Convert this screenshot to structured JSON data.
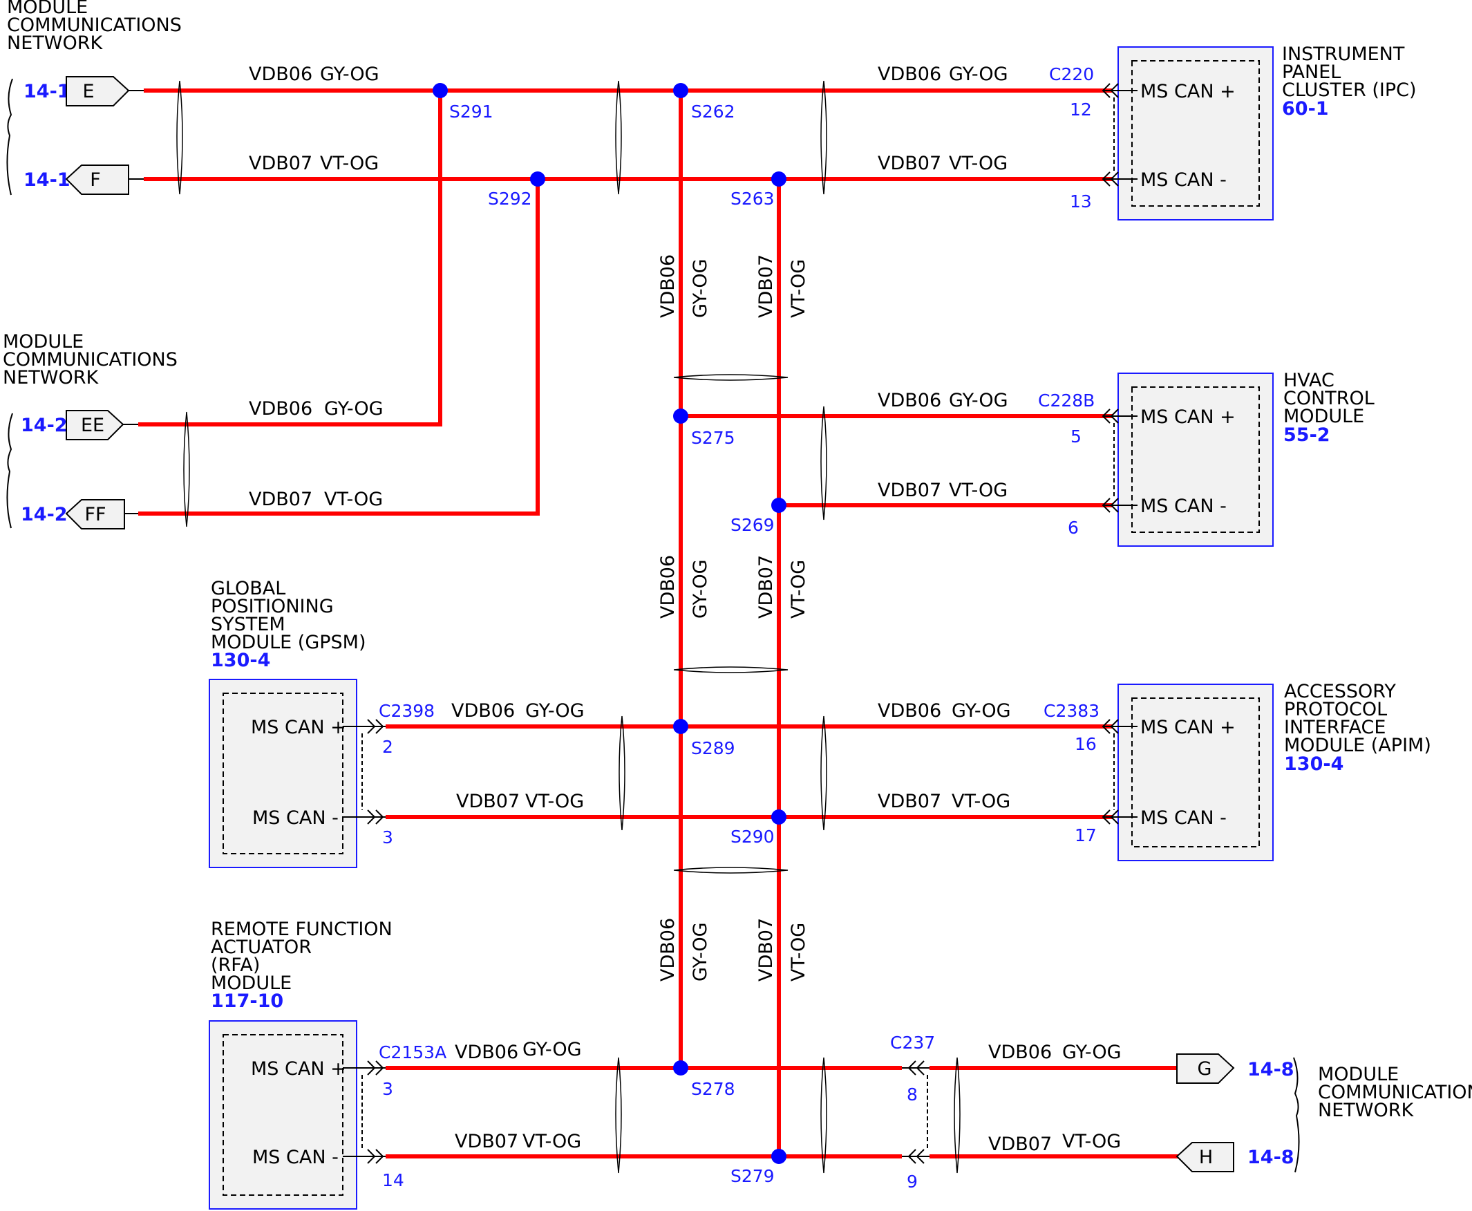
{
  "network_labels": {
    "top_left": [
      "MODULE",
      "COMMUNICATIONS",
      "NETWORK"
    ],
    "mid_left": [
      "MODULE",
      "COMMUNICATIONS",
      "NETWORK"
    ],
    "bottom_right": [
      "MODULE",
      "COMMUNICATIONS",
      "NETWORK"
    ]
  },
  "connectors": {
    "E": {
      "label": "E",
      "ref": "14-1"
    },
    "F": {
      "label": "F",
      "ref": "14-1"
    },
    "EE": {
      "label": "EE",
      "ref": "14-2"
    },
    "FF": {
      "label": "FF",
      "ref": "14-2"
    },
    "G": {
      "label": "G",
      "ref": "14-8"
    },
    "H": {
      "label": "H",
      "ref": "14-8"
    }
  },
  "circuits": {
    "plus": {
      "name": "VDB06",
      "color": "GY-OG"
    },
    "minus": {
      "name": "VDB07",
      "color": "VT-OG"
    }
  },
  "splices": [
    "S291",
    "S292",
    "S262",
    "S263",
    "S275",
    "S269",
    "S289",
    "S290",
    "S278",
    "S279"
  ],
  "modules": {
    "ipc": {
      "title": [
        "INSTRUMENT",
        "PANEL",
        "CLUSTER (IPC)"
      ],
      "ref": "60-1",
      "connector": "C220",
      "pin_plus": "12",
      "pin_minus": "13"
    },
    "hvac": {
      "title": [
        "HVAC",
        "CONTROL",
        "MODULE"
      ],
      "ref": "55-2",
      "connector": "C228B",
      "pin_plus": "5",
      "pin_minus": "6"
    },
    "apim": {
      "title": [
        "ACCESSORY",
        "PROTOCOL",
        "INTERFACE",
        "MODULE (APIM)"
      ],
      "ref": "130-4",
      "connector": "C2383",
      "pin_plus": "16",
      "pin_minus": "17"
    },
    "gpsm": {
      "title": [
        "GLOBAL",
        "POSITIONING",
        "SYSTEM",
        "MODULE (GPSM)"
      ],
      "ref": "130-4",
      "connector": "C2398",
      "pin_plus": "2",
      "pin_minus": "3"
    },
    "rfa": {
      "title": [
        "REMOTE FUNCTION",
        "ACTUATOR",
        "(RFA)",
        "MODULE"
      ],
      "ref": "117-10",
      "connector": "C2153A",
      "pin_plus": "3",
      "pin_minus": "14"
    }
  },
  "inline_connector": {
    "name": "C237",
    "pin_plus": "8",
    "pin_minus": "9"
  },
  "pin_labels": {
    "plus": "MS CAN +",
    "minus": "MS CAN -"
  }
}
